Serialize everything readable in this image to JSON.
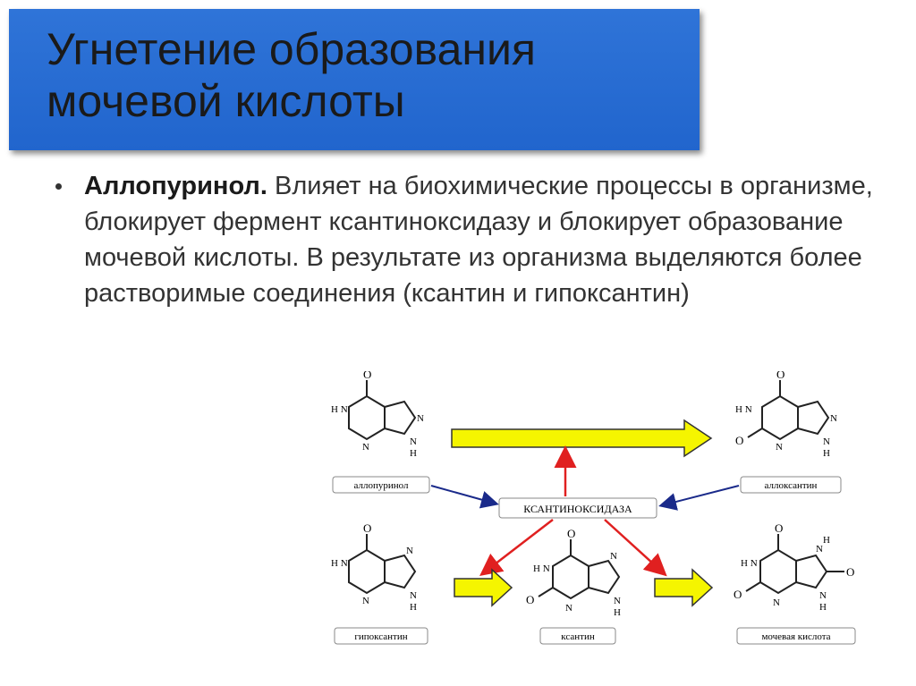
{
  "slide": {
    "title_line1": "Угнетение образования",
    "title_line2": "мочевой кислоты",
    "bullet_bold": "Аллопуринол.",
    "bullet_text": " Влияет на биохимические процессы в организме, блокирует фермент ксантиноксидазу и блокирует образование мочевой кислоты. В результате из организма выделяются более растворимые соединения (ксантин и гипоксантин)"
  },
  "diagram": {
    "labels": {
      "allopurinol": "аллопуринол",
      "alloxanthine": "аллоксантин",
      "enzyme": "КСАНТИНОКСИДАЗА",
      "hypoxanthine": "гипоксантин",
      "xanthine": "ксантин",
      "uric_acid": "мочевая кислота"
    },
    "atoms": {
      "O": "O",
      "N": "N",
      "H": "H",
      "HN": "H N"
    },
    "colors": {
      "yellow_arrow": "#f5f500",
      "red_arrow": "#e02020",
      "blue_arrow": "#1a2a8a",
      "title_bar": "#2468d2"
    }
  }
}
